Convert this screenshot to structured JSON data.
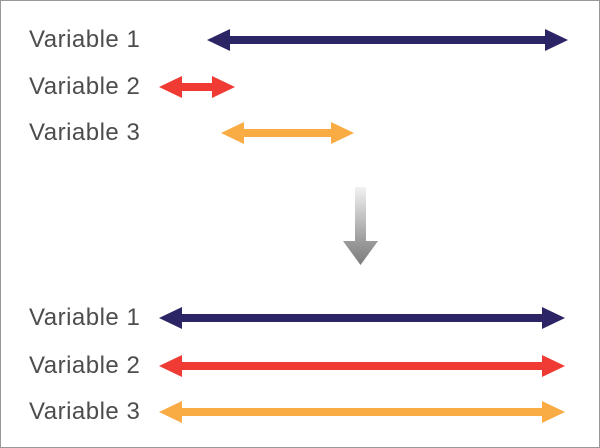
{
  "diagram": {
    "description": "Variable ranges before and after rescaling",
    "before": {
      "rows": [
        {
          "label": "Variable 1",
          "arrow_color": "#2c2565",
          "arrow_length": "long"
        },
        {
          "label": "Variable 2",
          "arrow_color": "#ef3b33",
          "arrow_length": "short"
        },
        {
          "label": "Variable 3",
          "arrow_color": "#f9ac43",
          "arrow_length": "medium"
        }
      ]
    },
    "after": {
      "rows": [
        {
          "label": "Variable 1",
          "arrow_color": "#2c2565",
          "arrow_length": "equal-full"
        },
        {
          "label": "Variable 2",
          "arrow_color": "#ef3b33",
          "arrow_length": "equal-full"
        },
        {
          "label": "Variable 3",
          "arrow_color": "#f9ac43",
          "arrow_length": "equal-full"
        }
      ]
    },
    "transform_arrow": {
      "icon": "down-arrow-icon",
      "gradient_top": "#f2f2f2",
      "gradient_bottom": "#7c7c7c"
    }
  },
  "frame": {
    "border_color": "#999999",
    "background": "#ffffff",
    "text_color": "#4d4d4d"
  }
}
